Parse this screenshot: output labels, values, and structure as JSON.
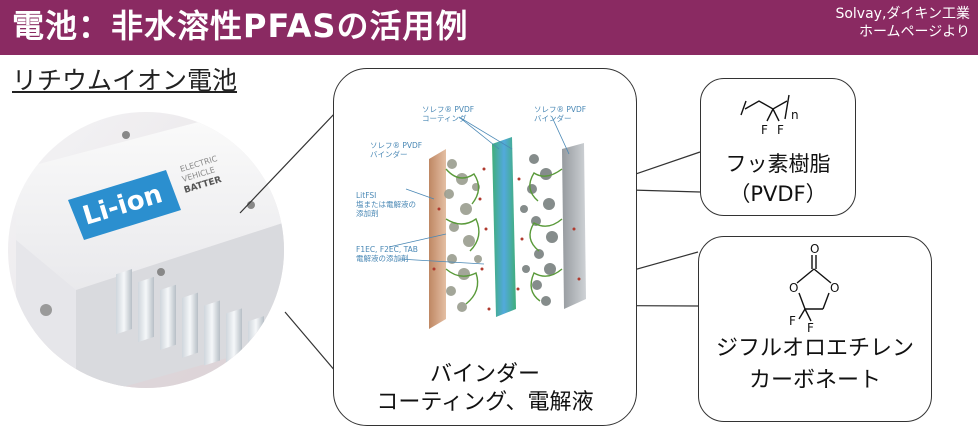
{
  "header": {
    "title": "電池：非水溶性PFASの活用例",
    "source_line1": "Solvay,ダイキン工業",
    "source_line2": "ホームページより"
  },
  "subtitle": "リチウムイオン電池",
  "photo": {
    "label_lion": "Li-ion",
    "label_line1": "ELECTRIC",
    "label_line2": "VEHICLE",
    "label_line3": "BATTER"
  },
  "diagram": {
    "label_coating_1": "ソレフ® PVDF",
    "label_coating_2": "コーティング",
    "label_binder_r1": "ソレフ® PVDF",
    "label_binder_r2": "バインダー",
    "label_binder_l1": "ソレフ® PVDF",
    "label_binder_l2": "バインダー",
    "label_litfsi_1": "LitFSI",
    "label_litfsi_2": "塩または電解液の",
    "label_litfsi_3": "添加剤",
    "label_f1ec_1": "F1EC, F2EC, TAB",
    "label_f1ec_2": "電解液の添加剤",
    "caption_line1": "バインダー",
    "caption_line2": "コーティング、電解液"
  },
  "pvdf": {
    "sub_n": "n",
    "atom_f1": "F",
    "atom_f2": "F",
    "name_line1": "フッ素樹脂",
    "name_line2": "（PVDF）"
  },
  "dfec": {
    "atom_o_top": "O",
    "atom_o_left": "O",
    "atom_o_right": "O",
    "atom_f1": "F",
    "atom_f2": "F",
    "name_line1": "ジフルオロエチレン",
    "name_line2": "カーボネート"
  },
  "colors": {
    "header_bg": "#8a2a62",
    "label_blue": "#4a88b5",
    "lion_blue": "#2b8fcf"
  }
}
